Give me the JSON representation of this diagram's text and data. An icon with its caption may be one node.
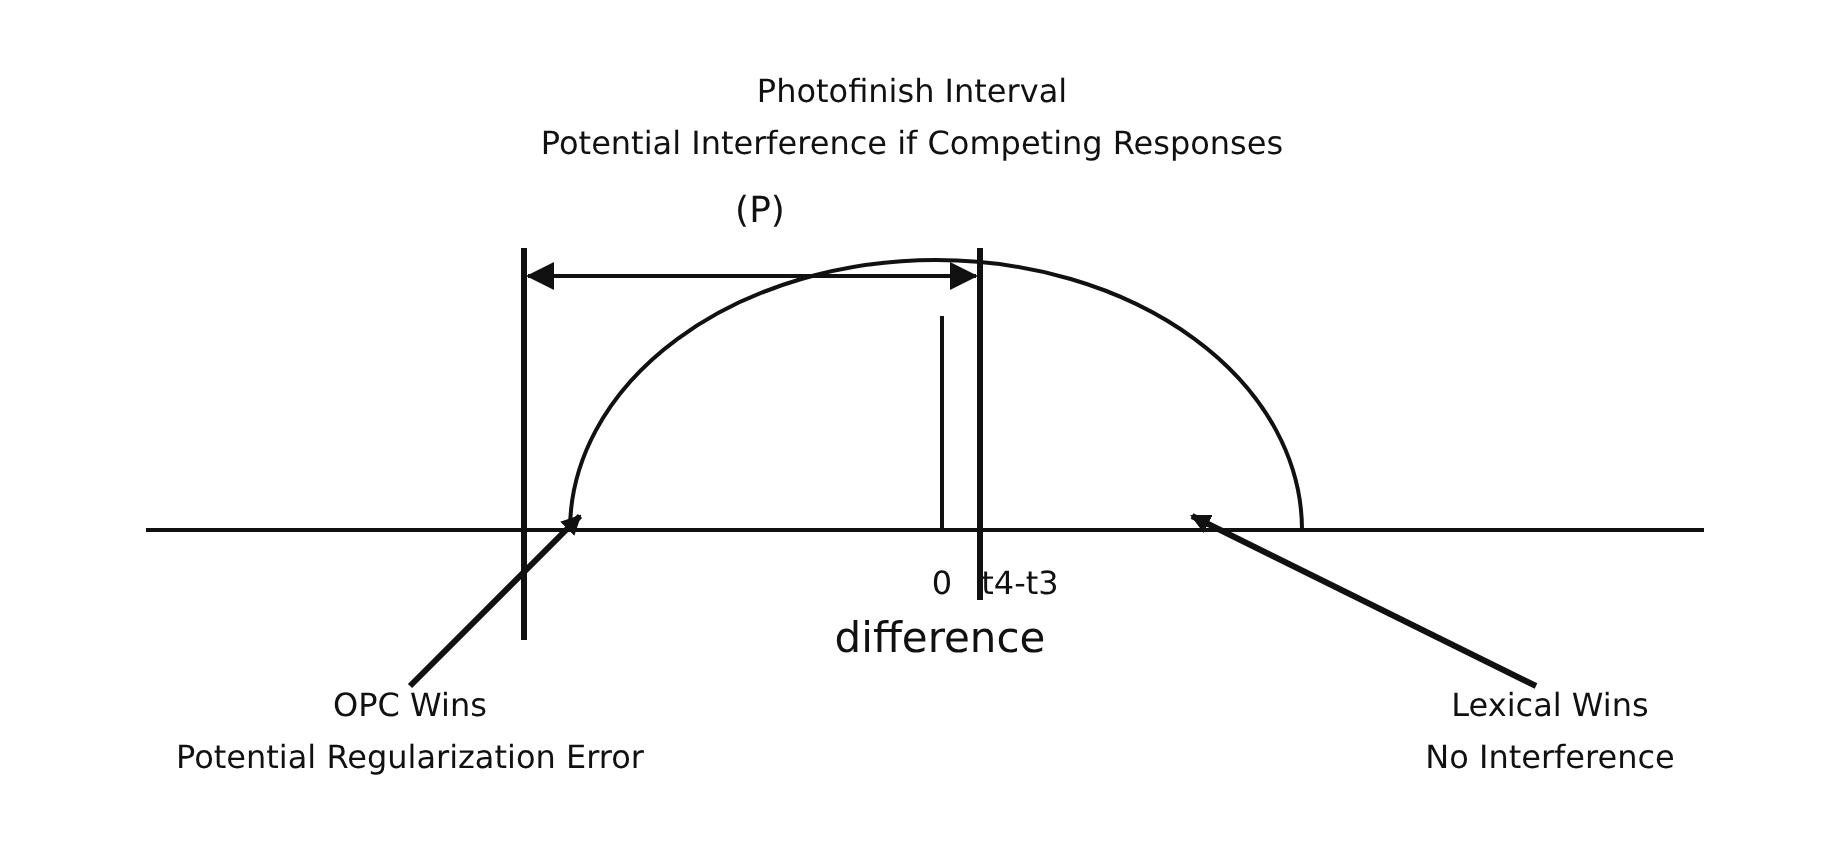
{
  "diagram": {
    "title": "Photofinish Interval",
    "nodes": [
      {
        "text": [
          "OPC Wins",
          "Potential Regularization Error"
        ]
      },
      {
        "text": [
          "Lexical Wins",
          "No Interference"
        ]
      }
    ],
    "edges": [
      {
        "from": 0,
        "to": null,
        "arrow": "to"
      },
      {
        "from": 1,
        "to": null,
        "arrow": "to"
      }
    ],
    "labels": [
      "Potential Interference if Competing Responses",
      "(P)",
      "0",
      "t4-t3",
      "difference"
    ]
  }
}
